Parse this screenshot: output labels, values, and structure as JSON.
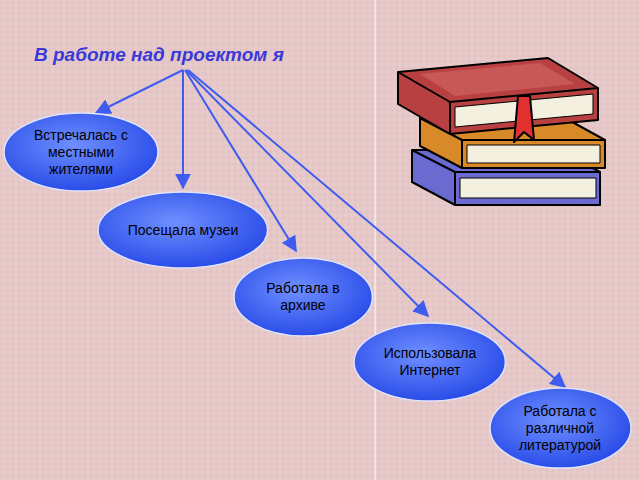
{
  "diagram": {
    "title": "В работе над проектом я",
    "nodes": [
      {
        "text": [
          "Встречалась с местными жителями"
        ]
      },
      {
        "text": [
          "Посещала музеи"
        ]
      },
      {
        "text": [
          "Работала в архиве"
        ]
      },
      {
        "text": [
          "Использовала Интернет"
        ]
      },
      {
        "text": [
          "Работала с различной литературой"
        ]
      }
    ]
  }
}
